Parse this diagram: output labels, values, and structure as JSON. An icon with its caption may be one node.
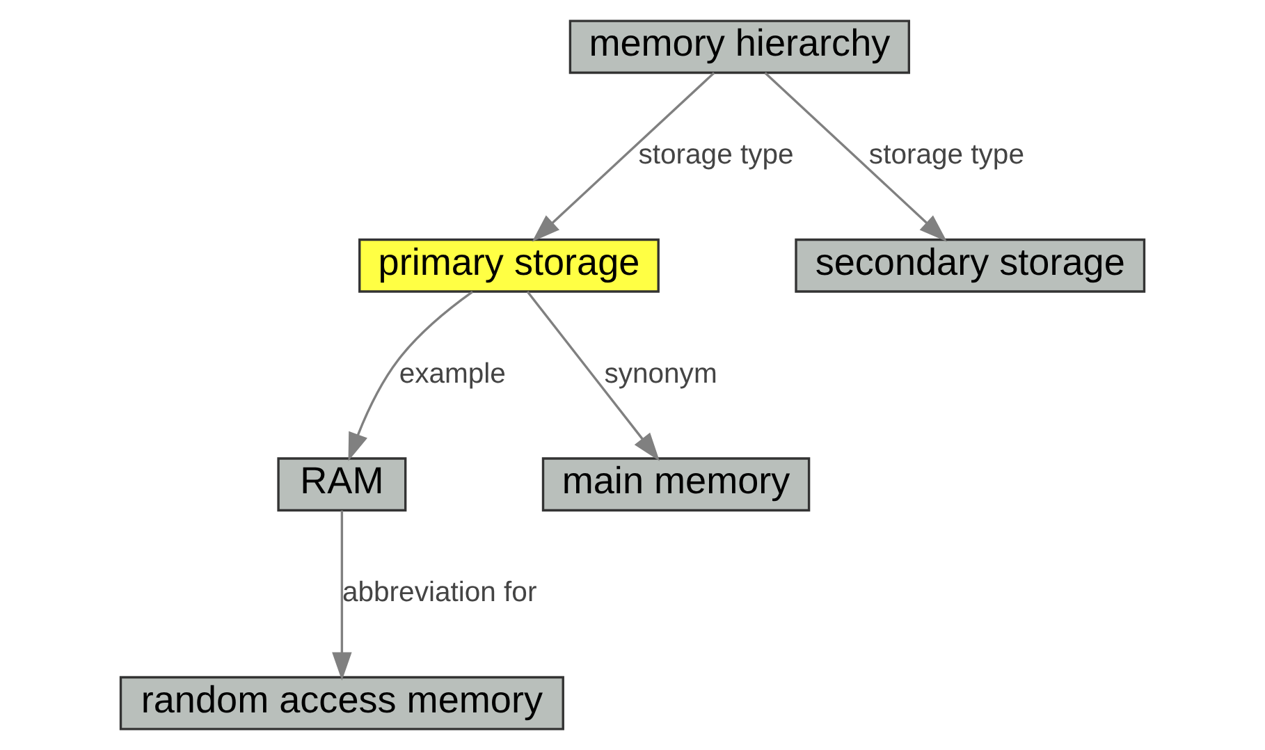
{
  "diagram": {
    "nodes": [
      {
        "text": [
          "memory hierarchy"
        ]
      },
      {
        "text": [
          "random access memory"
        ]
      },
      {
        "text": [
          "primary storage"
        ]
      },
      {
        "text": [
          "secondary storage"
        ]
      },
      {
        "text": [
          "RAM"
        ]
      },
      {
        "text": [
          "main memory"
        ]
      }
    ],
    "edges": [
      {
        "from": 0,
        "to": 2,
        "arrow": "to",
        "label": "storage type"
      },
      {
        "from": 0,
        "to": 3,
        "arrow": "to",
        "label": "storage type"
      },
      {
        "from": 2,
        "to": 4,
        "arrow": "to",
        "label": "example"
      },
      {
        "from": 2,
        "to": 5,
        "arrow": "to",
        "label": "synonym"
      },
      {
        "from": 4,
        "to": 1,
        "arrow": "to",
        "label": "abbreviation for"
      }
    ]
  }
}
